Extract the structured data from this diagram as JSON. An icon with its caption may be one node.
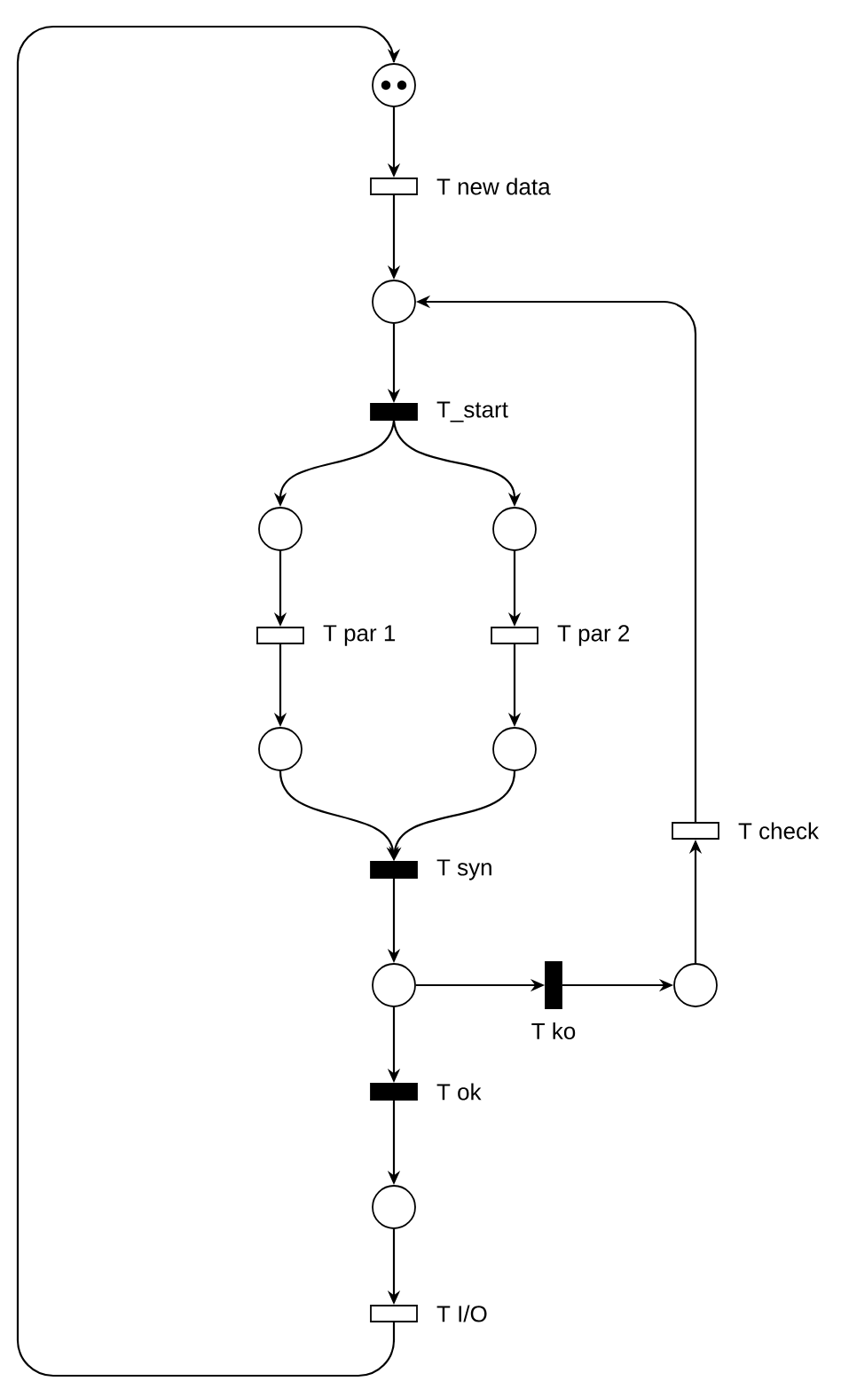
{
  "diagram": {
    "nodes": [
      {
        "text": [],
        "shape": "circle"
      },
      {
        "text": [],
        "shape": "bar",
        "beside": [
          "T new data"
        ]
      },
      {
        "text": [],
        "shape": "circle"
      },
      {
        "text": [],
        "shape": "bar",
        "beside": [
          "T_start"
        ]
      },
      {
        "text": [],
        "shape": "circle"
      },
      {
        "text": [],
        "shape": "circle"
      },
      {
        "text": [],
        "shape": "bar",
        "beside": [
          "T par 1"
        ]
      },
      {
        "text": [],
        "shape": "bar",
        "beside": [
          "T par 2"
        ]
      },
      {
        "text": [],
        "shape": "circle"
      },
      {
        "text": [],
        "shape": "circle"
      },
      {
        "text": [],
        "shape": "bar",
        "beside": [
          "T syn"
        ]
      },
      {
        "text": [],
        "shape": "circle"
      },
      {
        "text": [],
        "shape": "bar",
        "beside": [
          "T ko"
        ]
      },
      {
        "text": [],
        "shape": "circle"
      },
      {
        "text": [],
        "shape": "bar",
        "beside": [
          "T check"
        ]
      },
      {
        "text": [],
        "shape": "bar",
        "beside": [
          "T ok"
        ]
      },
      {
        "text": [],
        "shape": "circle"
      },
      {
        "text": [],
        "shape": "bar",
        "beside": [
          "T I/O"
        ]
      }
    ],
    "edges": [
      {
        "from": 0,
        "to": 1,
        "arrow": "to"
      },
      {
        "from": 1,
        "to": 2,
        "arrow": "to"
      },
      {
        "from": 2,
        "to": 3,
        "arrow": "to"
      },
      {
        "from": 3,
        "to": 4,
        "arrow": "to"
      },
      {
        "from": 3,
        "to": 5,
        "arrow": "to"
      },
      {
        "from": 4,
        "to": 6,
        "arrow": "to"
      },
      {
        "from": 5,
        "to": 7,
        "arrow": "to"
      },
      {
        "from": 6,
        "to": 8,
        "arrow": "to"
      },
      {
        "from": 7,
        "to": 9,
        "arrow": "to"
      },
      {
        "from": 8,
        "to": 10,
        "arrow": "to"
      },
      {
        "from": 9,
        "to": 10,
        "arrow": "to"
      },
      {
        "from": 10,
        "to": 11,
        "arrow": "to"
      },
      {
        "from": 11,
        "to": 12,
        "arrow": "to"
      },
      {
        "from": 12,
        "to": 13,
        "arrow": "to"
      },
      {
        "from": 13,
        "to": 14,
        "arrow": "to"
      },
      {
        "from": 14,
        "to": 2,
        "arrow": "to"
      },
      {
        "from": 11,
        "to": 15,
        "arrow": "to"
      },
      {
        "from": 15,
        "to": 16,
        "arrow": "to"
      },
      {
        "from": 16,
        "to": 17,
        "arrow": "to"
      },
      {
        "from": 17,
        "to": 0,
        "arrow": "to"
      }
    ]
  }
}
